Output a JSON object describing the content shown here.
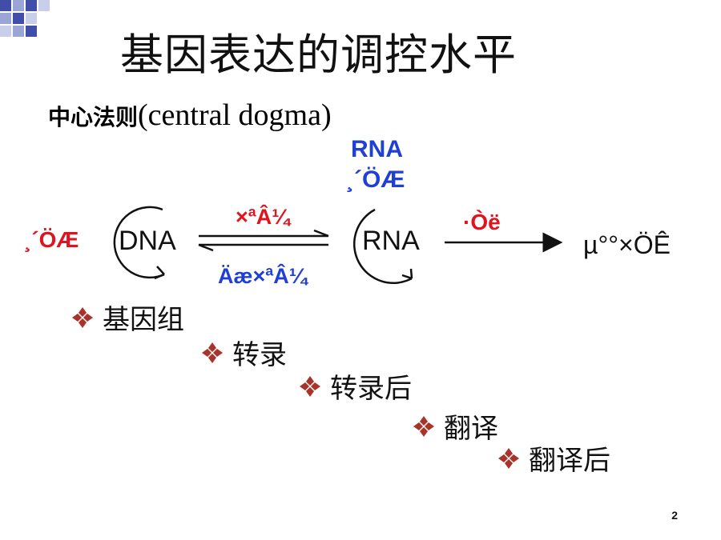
{
  "slide": {
    "title": "基因表达的调控水平",
    "subtitle_zh": "中心法则",
    "subtitle_en": "(central dogma)",
    "page_number": "2"
  },
  "diagram": {
    "rna_top_label": "RNA",
    "rna_top_sub": "¸´ÖÆ",
    "dna_left_sub": "¸´ÖÆ",
    "dna_label": "DNA",
    "rna_label": "RNA",
    "transcription_label": "×ªÂ¼",
    "reverse_label": "Äæ×ªÂ¼",
    "translation_label": "·­Òë",
    "protein_label": "µ°°×ÖÊ"
  },
  "levels": [
    "基因组",
    "转录",
    "转录后",
    "翻译",
    "翻译后"
  ],
  "colors": {
    "blue": "#1f3fd6",
    "red": "#e0141e",
    "bullet": "#a8332b"
  }
}
